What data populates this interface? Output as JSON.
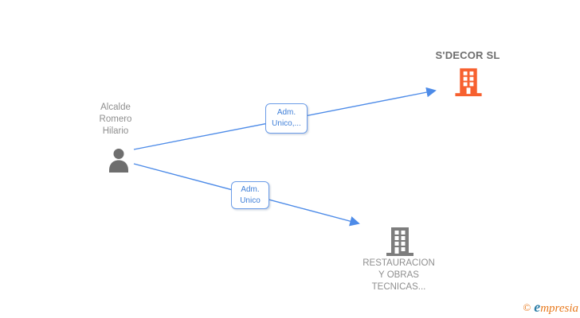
{
  "diagram": {
    "person": {
      "name": "Alcalde\nRomero\nHilario"
    },
    "companies": [
      {
        "name": "S'DECOR SL",
        "icon": "building-icon",
        "color": "#f7602f"
      },
      {
        "name": "RESTAURACION\nY OBRAS\nTECNICAS...",
        "icon": "building-icon",
        "color": "#7d7d7d"
      }
    ],
    "edges": [
      {
        "from": "Alcalde Romero Hilario",
        "to": "S'DECOR SL",
        "label": "Adm.\nUnico,..."
      },
      {
        "from": "Alcalde Romero Hilario",
        "to": "RESTAURACION Y OBRAS TECNICAS...",
        "label": "Adm.\nUnico"
      }
    ],
    "colors": {
      "edge": "#4d8be8",
      "edge_label_text": "#3f7fd8",
      "edge_label_border": "#6b9ce8",
      "person_icon": "#6e6e6e",
      "gray_text": "#8f8f8f",
      "company_title": "#6e6e6e"
    }
  },
  "watermark": {
    "copyright": "©",
    "initial": "e",
    "rest": "mpresia"
  }
}
